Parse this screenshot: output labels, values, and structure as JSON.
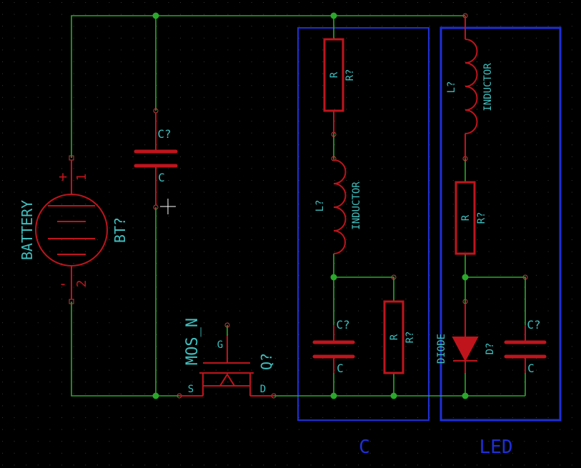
{
  "colors": {
    "background": "#000000",
    "wire": "#2aa82a",
    "junction": "#2aa82a",
    "component": "#c0141c",
    "pin_end": "#c04040",
    "label": "#3fbfbf",
    "box": "#1e2fd6",
    "grid_dot": "#3a3a3a",
    "cursor": "#ffffff"
  },
  "icons": [
    "battery-icon",
    "capacitor-icon",
    "resistor-icon",
    "inductor-icon",
    "nmos-transistor-icon",
    "diode-icon",
    "crosshair-cursor-icon"
  ],
  "boxes": {
    "c_box": {
      "title": "C"
    },
    "led_box": {
      "title": "LED"
    }
  },
  "battery": {
    "value": "BATTERY",
    "ref": "BT?",
    "plus_sign": "+",
    "minus_sign": "-",
    "pin1": "1",
    "pin2": "2"
  },
  "cap_main": {
    "ref": "C?",
    "value": "C"
  },
  "mosfet": {
    "value": "MOS_N",
    "ref": "Q?",
    "gate": "G",
    "source": "S",
    "drain": "D"
  },
  "c_section": {
    "resistor_top": {
      "value": "R",
      "ref": "R?"
    },
    "inductor": {
      "value": "INDUCTOR",
      "ref": "L?"
    },
    "capacitor": {
      "ref": "C?",
      "value": "C"
    },
    "resistor_bottom": {
      "value": "R",
      "ref": "R?"
    }
  },
  "led_section": {
    "inductor": {
      "value": "INDUCTOR",
      "ref": "L?"
    },
    "resistor": {
      "value": "R",
      "ref": "R?"
    },
    "diode": {
      "value": "DIODE",
      "ref": "D?"
    },
    "capacitor": {
      "ref": "C?",
      "value": "C"
    }
  }
}
